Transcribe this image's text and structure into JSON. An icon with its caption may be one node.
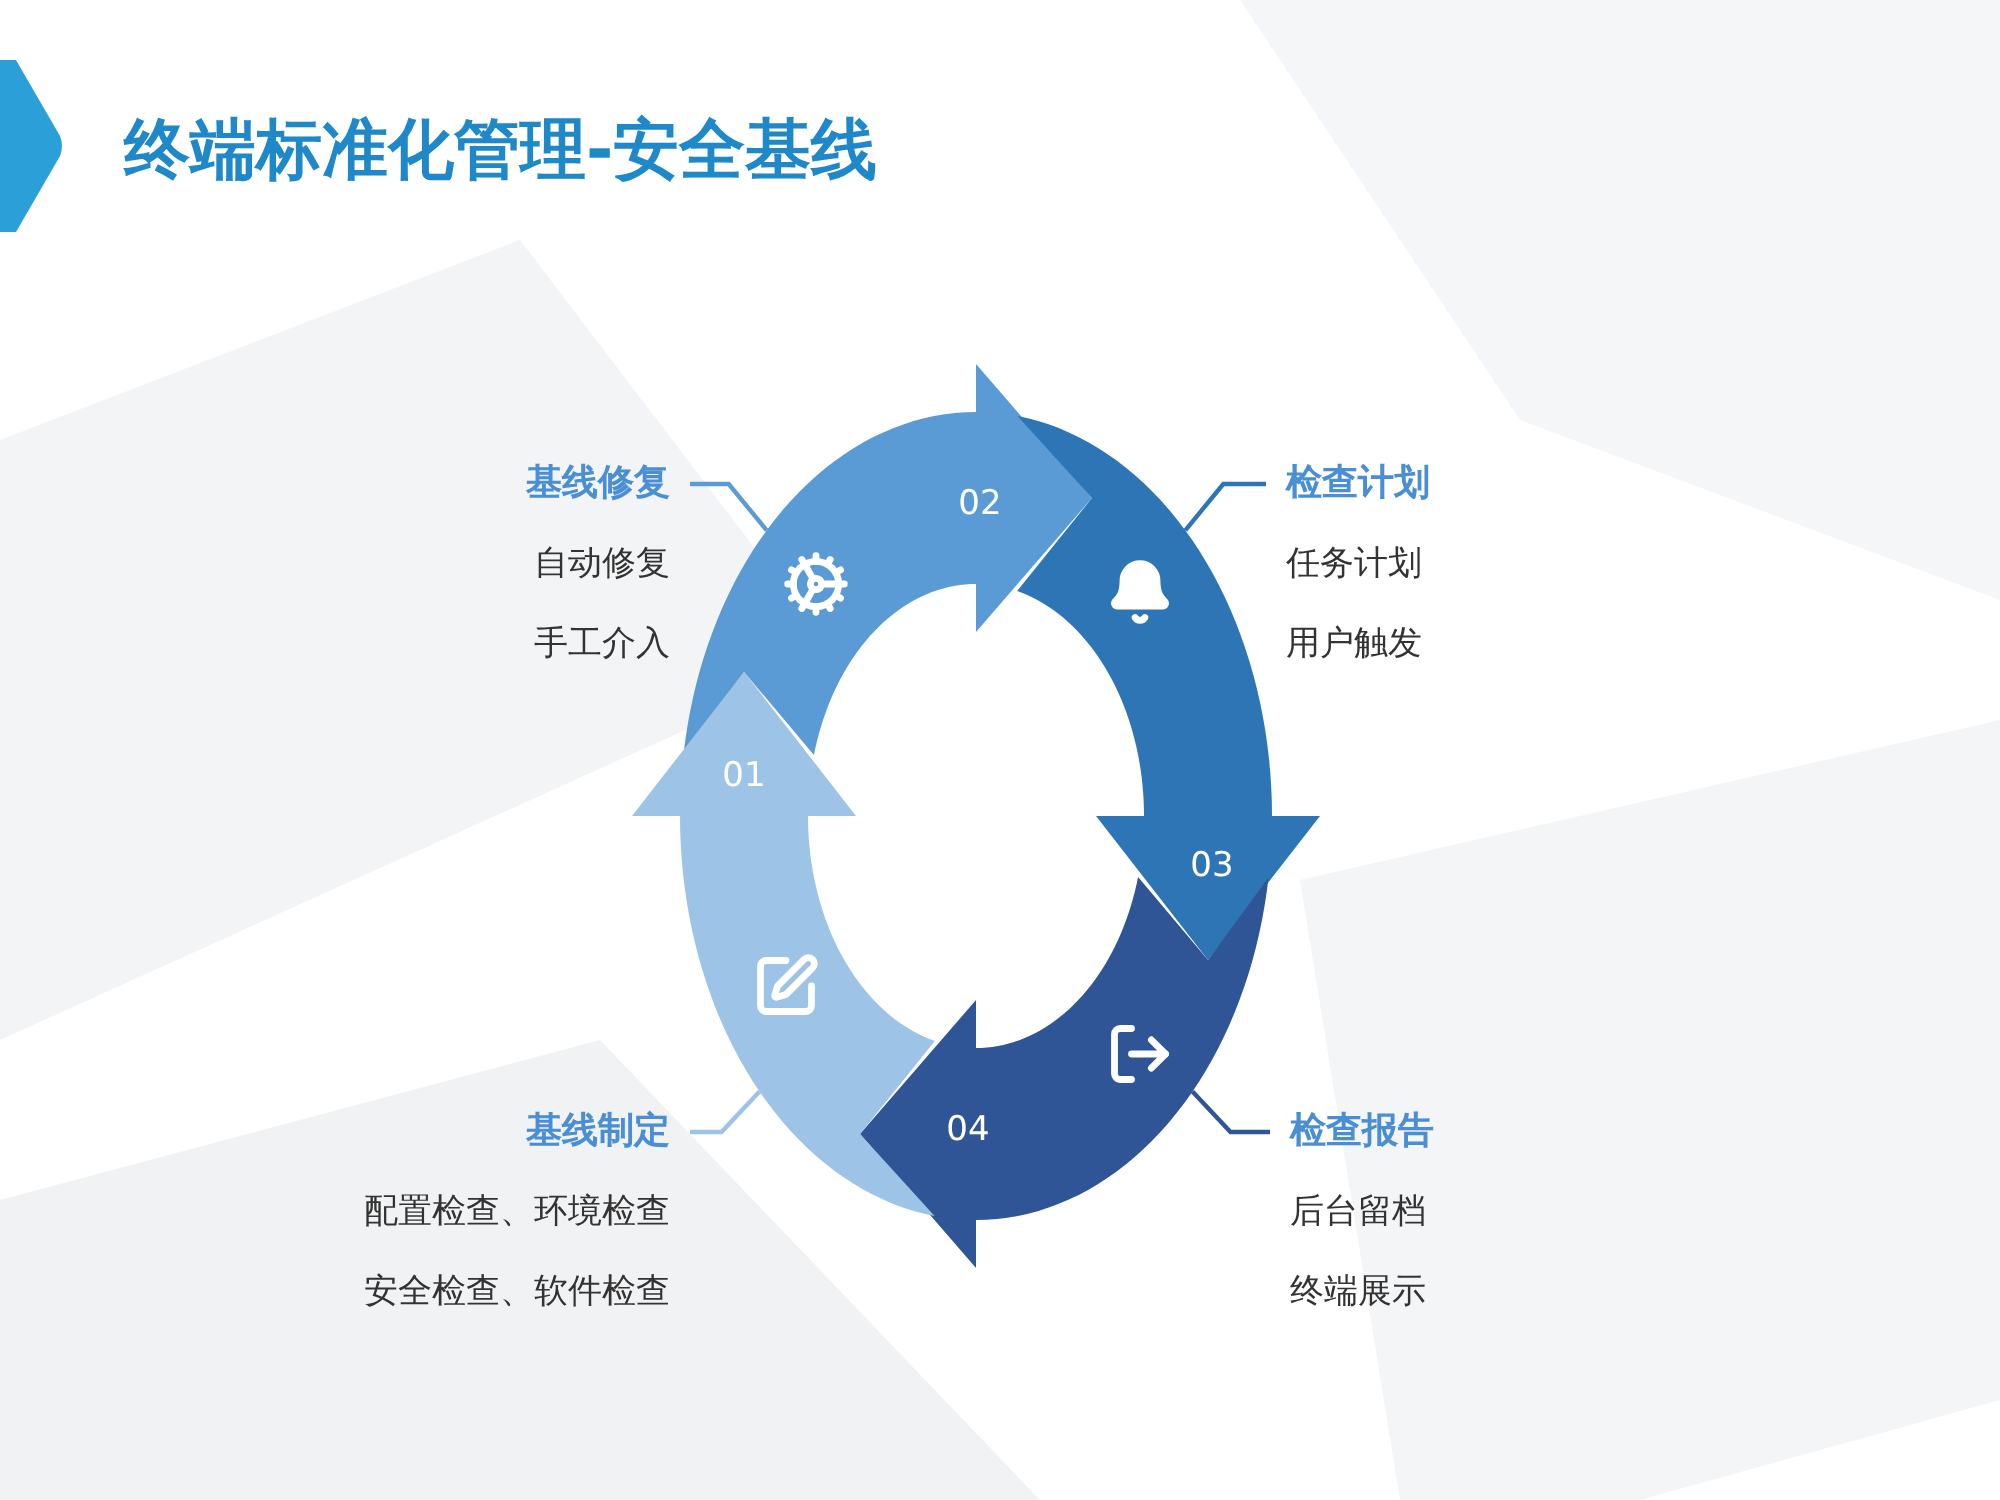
{
  "diagram": {
    "title": "终端标准化管理-安全基线",
    "nodes": [
      {
        "text": [
          "01"
        ]
      },
      {
        "text": [
          "02"
        ]
      },
      {
        "text": [
          "03"
        ]
      },
      {
        "text": [
          "04"
        ]
      },
      {
        "text": [
          "基线修复",
          "自动修复",
          "手工介入"
        ]
      },
      {
        "text": [
          "检查计划",
          "任务计划",
          "用户触发"
        ]
      },
      {
        "text": [
          "基线制定",
          "配置检查、环境检查",
          "安全检查、软件检查"
        ]
      },
      {
        "text": [
          "检查报告",
          "后台留档",
          "终端展示"
        ]
      }
    ],
    "edges": [
      {
        "from": 4,
        "to": 1,
        "arrow": "none",
        "color": "#5b9bd5"
      },
      {
        "from": 5,
        "to": 2,
        "arrow": "none",
        "color": "#2e75b6"
      },
      {
        "from": 6,
        "to": 0,
        "arrow": "none",
        "color": "#9dc3e6"
      },
      {
        "from": 7,
        "to": 3,
        "arrow": "none",
        "color": "#2f5597"
      }
    ]
  }
}
